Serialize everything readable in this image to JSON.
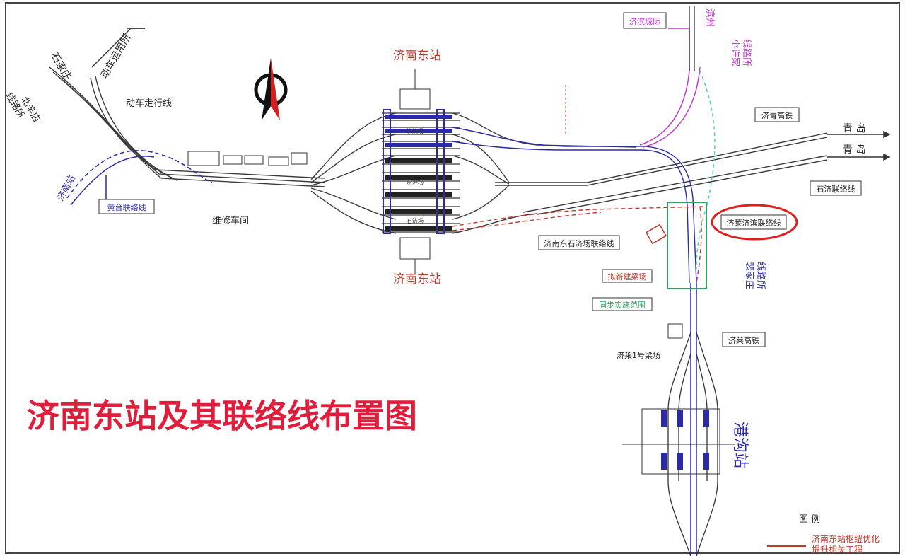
{
  "title": "济南东站及其联络线布置图",
  "stations": {
    "jinan_east_top": "济南东站",
    "jinan_east_bottom": "济南东站",
    "gangou": "港沟站",
    "jinan": "济南站"
  },
  "route_labels": {
    "shijiazhuang": "石家庄",
    "dongche_yunyong": "动车运用所",
    "beixindian": "北辛店\n线路所",
    "dongche_zouxing": "动车走行线",
    "huangtai": "黄台联络线",
    "weixiu": "维修车间",
    "jibin_chengji": "济滨城际",
    "binzhou": "滨州",
    "xiaoxujia": "小许家\n线路所",
    "jiqing": "济青高铁",
    "qingdao_1": "青 岛",
    "qingdao_2": "青 岛",
    "shiji": "石济联络线",
    "jilai_jibin": "济莱济滨联络线",
    "shijichang": "济南东石济场联络线",
    "niliangchang": "拟新建梁场",
    "tongbu": "同步实施范围",
    "peijiazhuang": "裴家庄\n线路所",
    "jilai": "济莱高铁",
    "jilai_liangchang": "济莱1号梁场"
  },
  "yard_labels": {
    "upper": "济滨场",
    "middle": "京沪场",
    "lower": "石济场"
  },
  "legend": {
    "title": "图 例",
    "item": "济南东站枢纽优化\n提升相关工程"
  },
  "colors": {
    "title_red": "#e01e3c",
    "label_red": "#c0392b",
    "track_dark": "#3a3a3a",
    "track_blue": "#2a2aa8",
    "track_purple": "#c03ad0",
    "track_green": "#2fa060",
    "track_cyan": "#4fd0d0",
    "highlight_ellipse": "#e01e1e"
  },
  "icons": {
    "north_arrow": "north-arrow-icon",
    "direction_arrow": "arrow-right-icon"
  }
}
